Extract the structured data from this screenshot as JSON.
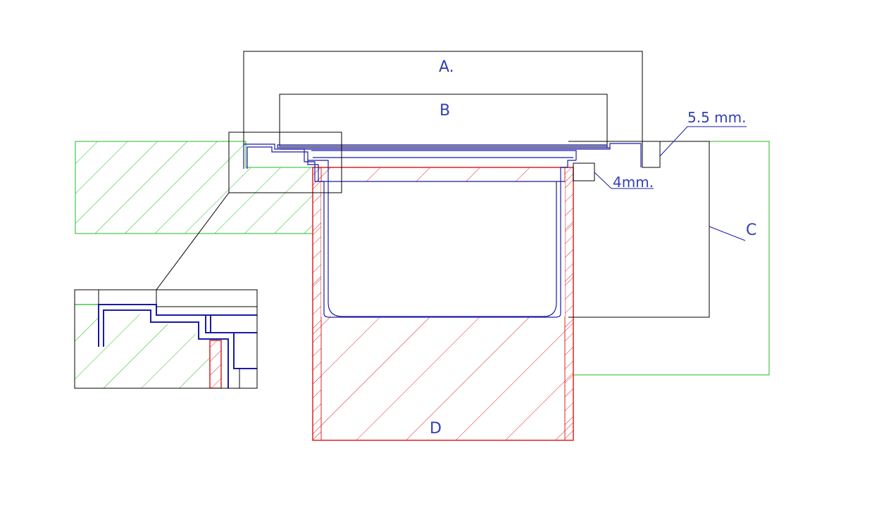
{
  "labels": {
    "a": "A.",
    "b": "B",
    "c": "C",
    "d": "D"
  },
  "dimensions": {
    "top_gap": "5.5 mm.",
    "side_gap": "4mm."
  },
  "colors": {
    "outline": "#000000",
    "part_blue": "#1a1aa8",
    "slab_green": "#22bb22",
    "wall_red": "#dd2222",
    "text_blue": "#3340b0"
  }
}
